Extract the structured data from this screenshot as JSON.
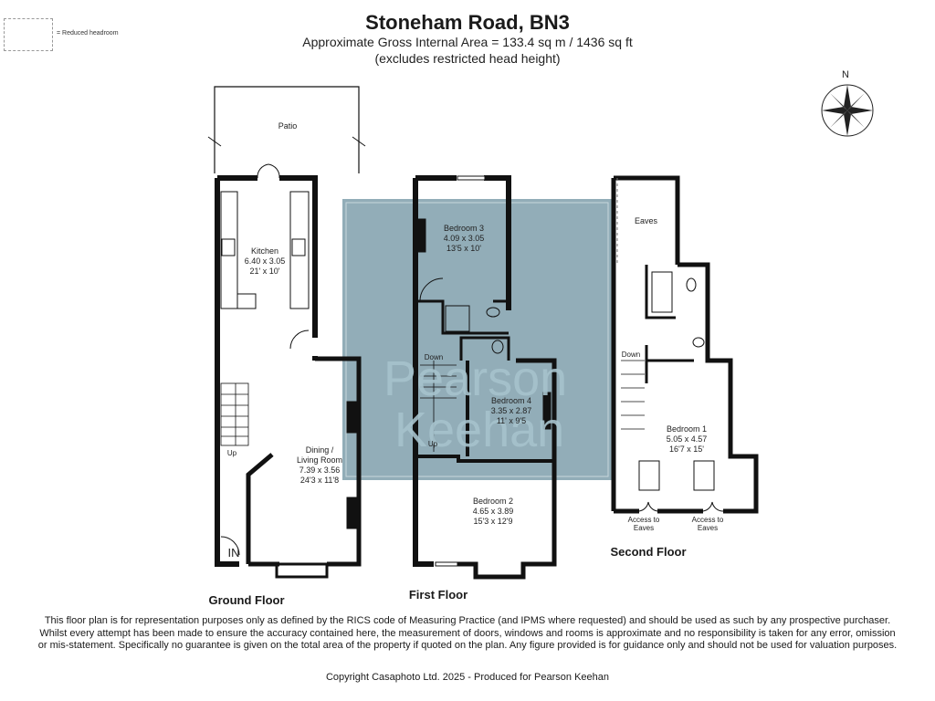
{
  "title": "Stoneham Road, BN3",
  "area": "Approximate Gross Internal Area = 133.4 sq m / 1436 sq ft",
  "area_note": "(excludes restricted head height)",
  "legend": "= Reduced headroom",
  "compass": "N",
  "watermark": {
    "line1": "Pearson",
    "line2": "Keehan",
    "color": "#8fb1bd"
  },
  "colors": {
    "walls": "#111111",
    "watermark_panel": "#7f9fac",
    "wall_thin": "#555555"
  },
  "floors": {
    "ground": {
      "label": "Ground Floor",
      "entry": "IN",
      "patio": "Patio",
      "kitchen": {
        "name": "Kitchen",
        "metric": "6.40 x 3.05",
        "imperial": "21' x 10'"
      },
      "dining": {
        "name_1": "Dining /",
        "name_2": "Living Room",
        "metric": "7.39 x 3.56",
        "imperial": "24'3 x 11'8"
      },
      "stairs": "Up"
    },
    "first": {
      "label": "First Floor",
      "bedroom3": {
        "name": "Bedroom 3",
        "metric": "4.09 x 3.05",
        "imperial": "13'5 x 10'"
      },
      "bedroom4": {
        "name": "Bedroom 4",
        "metric": "3.35 x 2.87",
        "imperial": "11' x 9'5"
      },
      "bedroom2": {
        "name": "Bedroom 2",
        "metric": "4.65 x 3.89",
        "imperial": "15'3 x 12'9"
      },
      "stairs_down": "Down",
      "stairs_up": "Up"
    },
    "second": {
      "label": "Second Floor",
      "eaves": "Eaves",
      "bedroom1": {
        "name": "Bedroom 1",
        "metric": "5.05 x 4.57",
        "imperial": "16'7 x 15'"
      },
      "stairs_down": "Down",
      "access_1": "Access to",
      "access_1b": "Eaves",
      "access_2": "Access to",
      "access_2b": "Eaves"
    }
  },
  "disclaimer": "This floor plan is for representation purposes only as defined by the RICS code of Measuring Practice (and IPMS where requested) and should be used as such by any prospective purchaser. Whilst every attempt has been made to ensure the accuracy contained here, the measurement of doors, windows and rooms is approximate and no responsibility is taken for any error, omission or mis-statement. Specifically no guarantee is given on the total area of the property if quoted on the plan. Any figure provided is for guidance only and should not be used for valuation purposes.",
  "copyright": "Copyright Casaphoto Ltd. 2025 - Produced for Pearson Keehan"
}
